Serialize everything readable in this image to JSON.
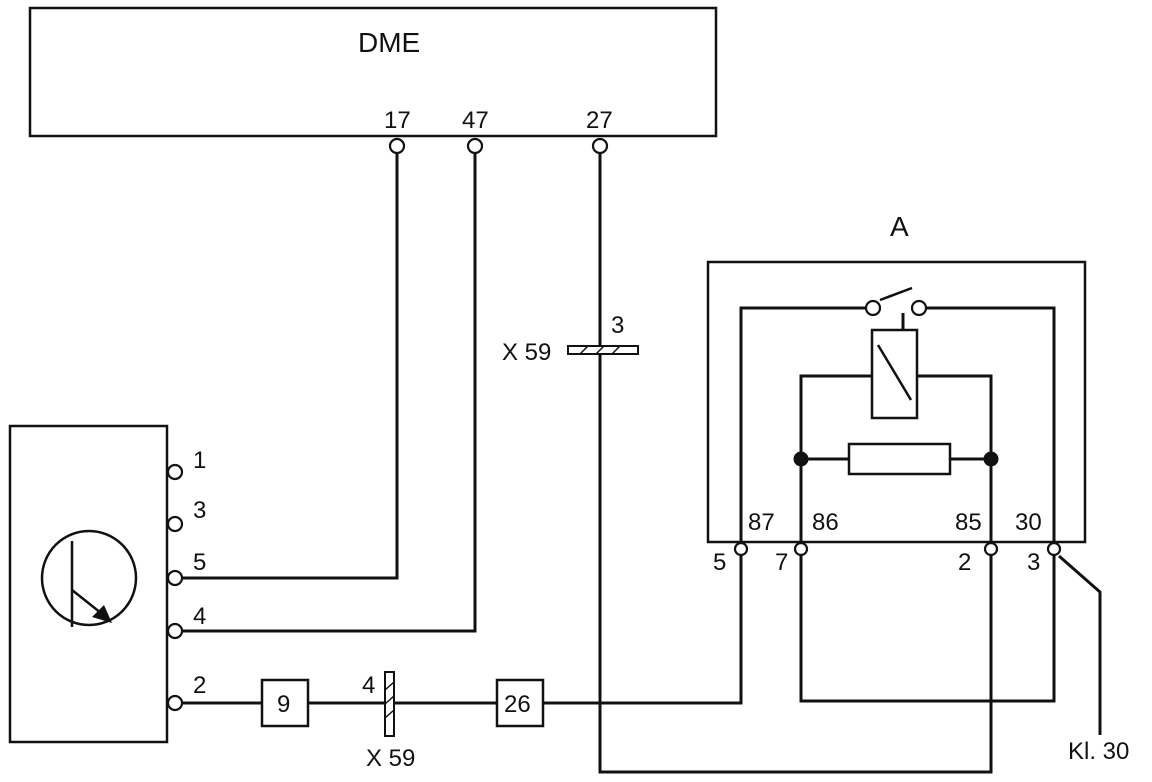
{
  "dme": {
    "label": "DME",
    "pins": {
      "p17": "17",
      "p47": "47",
      "p27": "27"
    }
  },
  "relay": {
    "label": "A",
    "pins": {
      "p87": "87",
      "p86": "86",
      "p85": "85",
      "p30": "30"
    },
    "connector_pins": {
      "c5": "5",
      "c7": "7",
      "c2": "2",
      "c3": "3"
    }
  },
  "gauge": {
    "pins": {
      "p1": "1",
      "p3": "3",
      "p5": "5",
      "p4": "4",
      "p2": "2"
    }
  },
  "connector_x59_upper": {
    "label": "X 59",
    "pin": "3"
  },
  "connector_x59_lower": {
    "label": "X 59",
    "pin": "4"
  },
  "component_9": {
    "label": "9"
  },
  "component_26": {
    "label": "26"
  },
  "kl30": {
    "label": "Kl. 30"
  }
}
